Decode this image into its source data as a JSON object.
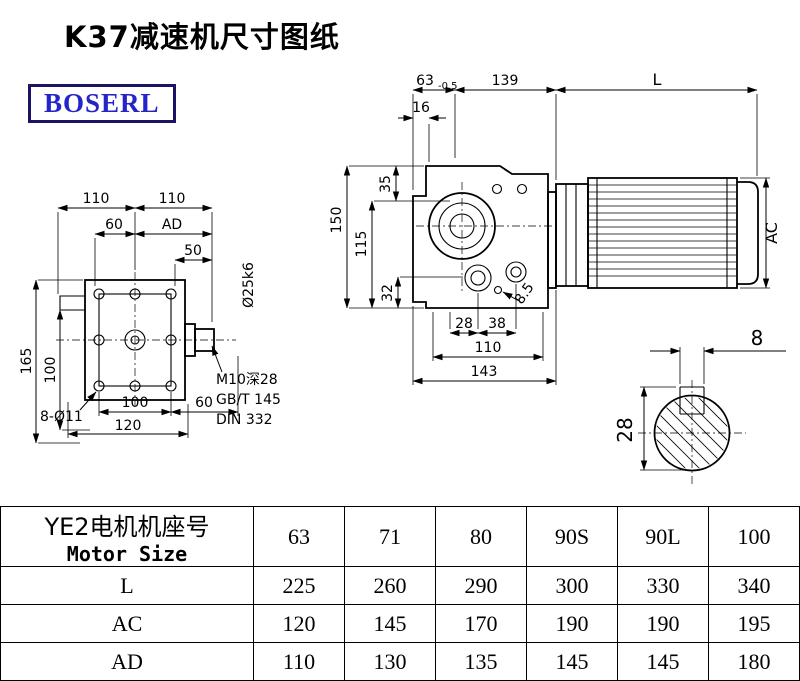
{
  "page": {
    "title": "K37减速机尺寸图纸",
    "brand": "BOSERL"
  },
  "front_view": {
    "top_width_left": "110",
    "top_width_right": "110",
    "d60": "60",
    "ad_label": "AD",
    "d50": "50",
    "shaft_dia": "Ø25k6",
    "height_overall": "165",
    "height_inner": "100",
    "holes_callout": "8-Ø11",
    "bottom_100": "100",
    "bottom_60": "60",
    "bottom_120": "120",
    "tap_callout": "M10深28",
    "std1": "GB/T 145",
    "std2": "DIN 332"
  },
  "side_view": {
    "d63": "63",
    "d63_tol": "-0.5",
    "d139": "139",
    "l_label": "L",
    "d16": "16",
    "d35": "35",
    "d150": "150",
    "d115": "115",
    "d32": "32",
    "d28": "28",
    "d38": "38",
    "hole_85": "8.5",
    "d110": "110",
    "d143": "143",
    "ac_label": "AC"
  },
  "shaft_section": {
    "key_width": "8",
    "key_height": "28"
  },
  "table": {
    "header_cn": "YE2电机机座号",
    "header_en": "Motor Size",
    "sizes": [
      "63",
      "71",
      "80",
      "90S",
      "90L",
      "100"
    ],
    "rows": [
      {
        "label": "L",
        "values": [
          "225",
          "260",
          "290",
          "300",
          "330",
          "340"
        ]
      },
      {
        "label": "AC",
        "values": [
          "120",
          "145",
          "170",
          "190",
          "190",
          "195"
        ]
      },
      {
        "label": "AD",
        "values": [
          "110",
          "130",
          "135",
          "145",
          "145",
          "180"
        ]
      }
    ]
  }
}
